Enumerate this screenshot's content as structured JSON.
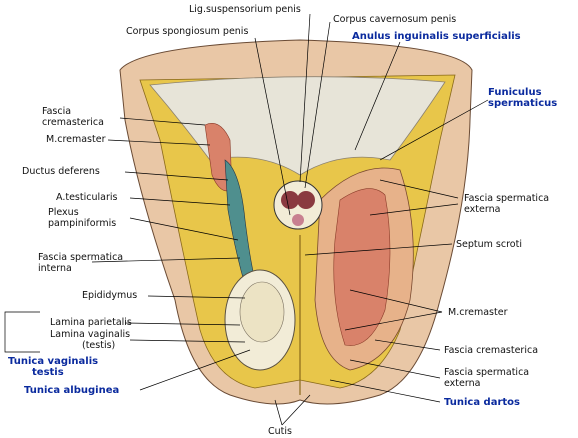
{
  "labels": {
    "lig_suspensorium": "Lig.suspensorium penis",
    "corpus_cavernosum": "Corpus cavernosum penis",
    "corpus_spongiosum": "Corpus spongiosum penis",
    "anulus_inguinalis": "Anulus inguinalis superficialis",
    "funiculus_1": "Funiculus",
    "funiculus_2": "spermaticus",
    "fascia_cremasterica_left_1": "Fascia",
    "fascia_cremasterica_left_2": "cremasterica",
    "m_cremaster_left": "M.cremaster",
    "ductus_deferens": "Ductus deferens",
    "a_testicularis": "A.testicularis",
    "plexus_1": "Plexus",
    "plexus_2": "pampiniformis",
    "fascia_sperm_interna_1": "Fascia spermatica",
    "fascia_sperm_interna_2": "interna",
    "epididymus": "Epididymus",
    "lamina_parietalis": "Lamina parietalis",
    "lamina_vaginalis_1": "Lamina vaginalis",
    "lamina_vaginalis_2": "(testis)",
    "tunica_vaginalis_1": "Tunica vaginalis",
    "tunica_vaginalis_2": "testis",
    "tunica_albuginea": "Tunica albuginea",
    "fascia_sperm_externa_right_1": "Fascia spermatica",
    "fascia_sperm_externa_right_2": "externa",
    "septum_scroti": "Septum scroti",
    "m_cremaster_right": "M.cremaster",
    "fascia_cremasterica_right": "Fascia cremasterica",
    "fascia_sperm_externa_lower_1": "Fascia spermatica",
    "fascia_sperm_externa_lower_2": "externa",
    "tunica_dartos": "Tunica dartos",
    "cutis": "Cutis"
  },
  "colors": {
    "label_blue": "#0a2a9e",
    "skin": "#e9c7a6",
    "fat": "#e8c64a",
    "membrane": "#e7e4d8",
    "muscle": "#d9826a",
    "vessel": "#4f8f8e",
    "testis": "#f2ecd7",
    "line": "#000000"
  }
}
